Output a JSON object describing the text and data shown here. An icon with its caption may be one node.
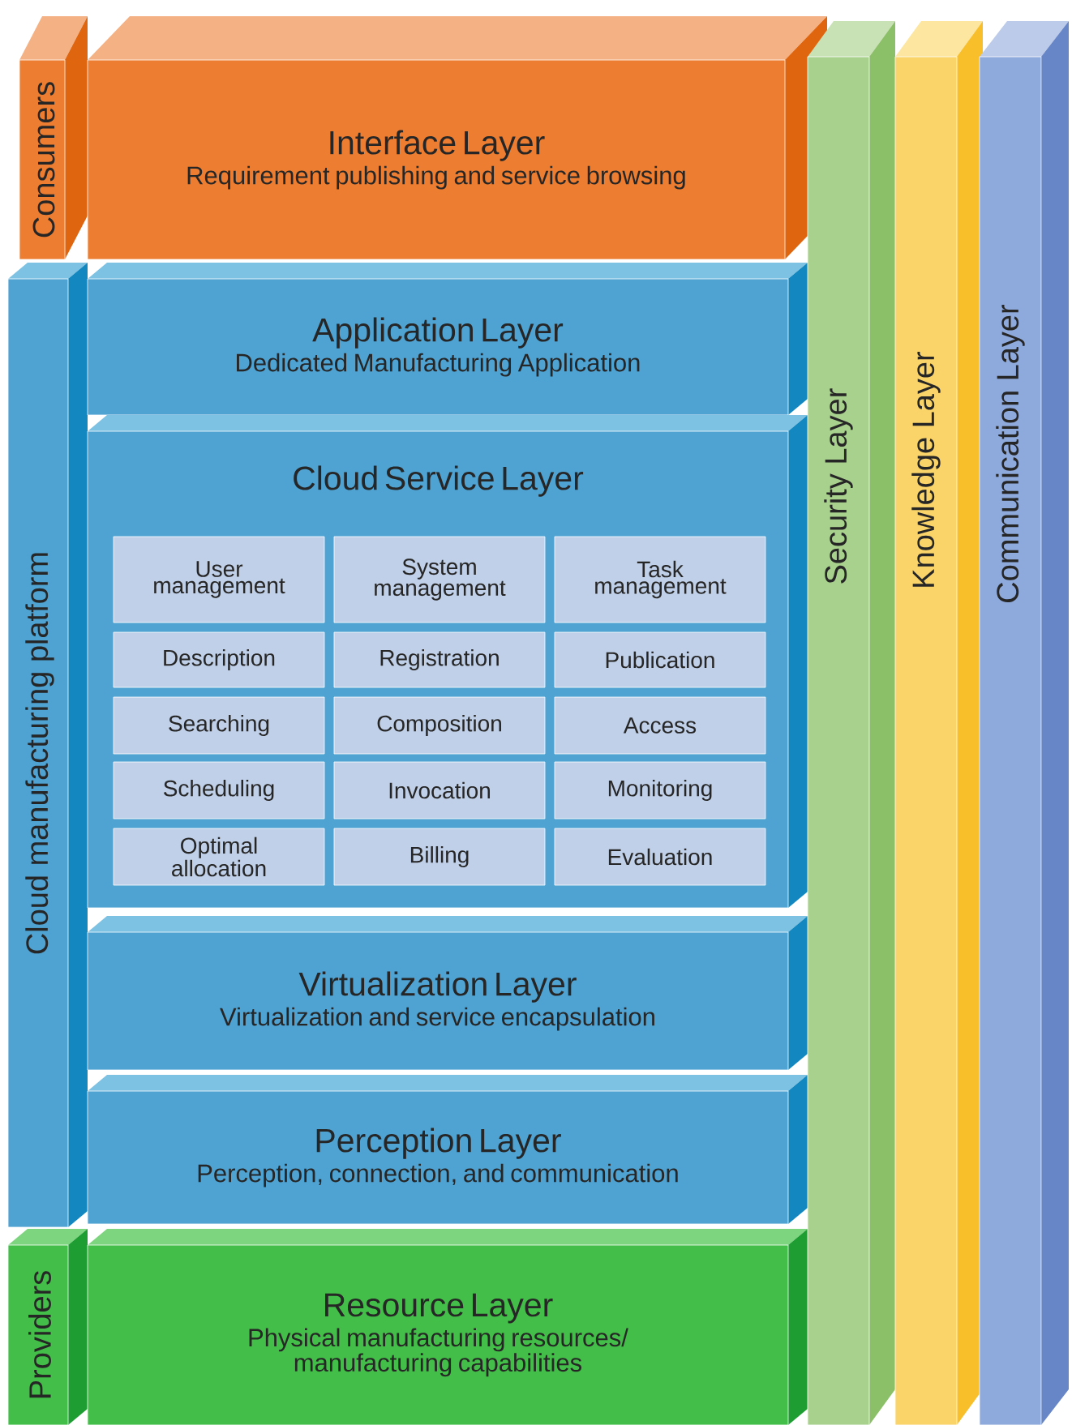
{
  "diagram": {
    "nodes": [
      {
        "text": [
          "Consumers"
        ]
      },
      {
        "text": [
          "Interface Layer",
          "Requirement publishing and service browsing"
        ]
      },
      {
        "text": [
          "Cloud manufacturing platform"
        ]
      },
      {
        "text": [
          "Application Layer",
          "Dedicated Manufacturing Application"
        ]
      },
      {
        "text": [
          "Cloud Service Layer"
        ]
      },
      {
        "text": [
          "User management"
        ],
        "in": 4
      },
      {
        "text": [
          "System management"
        ],
        "in": 4
      },
      {
        "text": [
          "Task management"
        ],
        "in": 4
      },
      {
        "text": [
          "Description"
        ],
        "in": 4
      },
      {
        "text": [
          "Registration"
        ],
        "in": 4
      },
      {
        "text": [
          "Publication"
        ],
        "in": 4
      },
      {
        "text": [
          "Searching"
        ],
        "in": 4
      },
      {
        "text": [
          "Composition"
        ],
        "in": 4
      },
      {
        "text": [
          "Access"
        ],
        "in": 4
      },
      {
        "text": [
          "Scheduling"
        ],
        "in": 4
      },
      {
        "text": [
          "Invocation"
        ],
        "in": 4
      },
      {
        "text": [
          "Monitoring"
        ],
        "in": 4
      },
      {
        "text": [
          "Optimal allocation"
        ],
        "in": 4
      },
      {
        "text": [
          "Billing"
        ],
        "in": 4
      },
      {
        "text": [
          "Evaluation"
        ],
        "in": 4
      },
      {
        "text": [
          "Virtualization Layer",
          "Virtualization and service encapsulation"
        ]
      },
      {
        "text": [
          "Perception Layer",
          "Perception, connection, and communication"
        ]
      },
      {
        "text": [
          "Providers"
        ]
      },
      {
        "text": [
          "Resource Layer",
          "Physical manufacturing resources/ manufacturing capabilities"
        ]
      },
      {
        "text": [
          "Security Layer"
        ]
      },
      {
        "text": [
          "Knowledge Layer"
        ]
      },
      {
        "text": [
          "Communication Layer"
        ]
      }
    ]
  }
}
